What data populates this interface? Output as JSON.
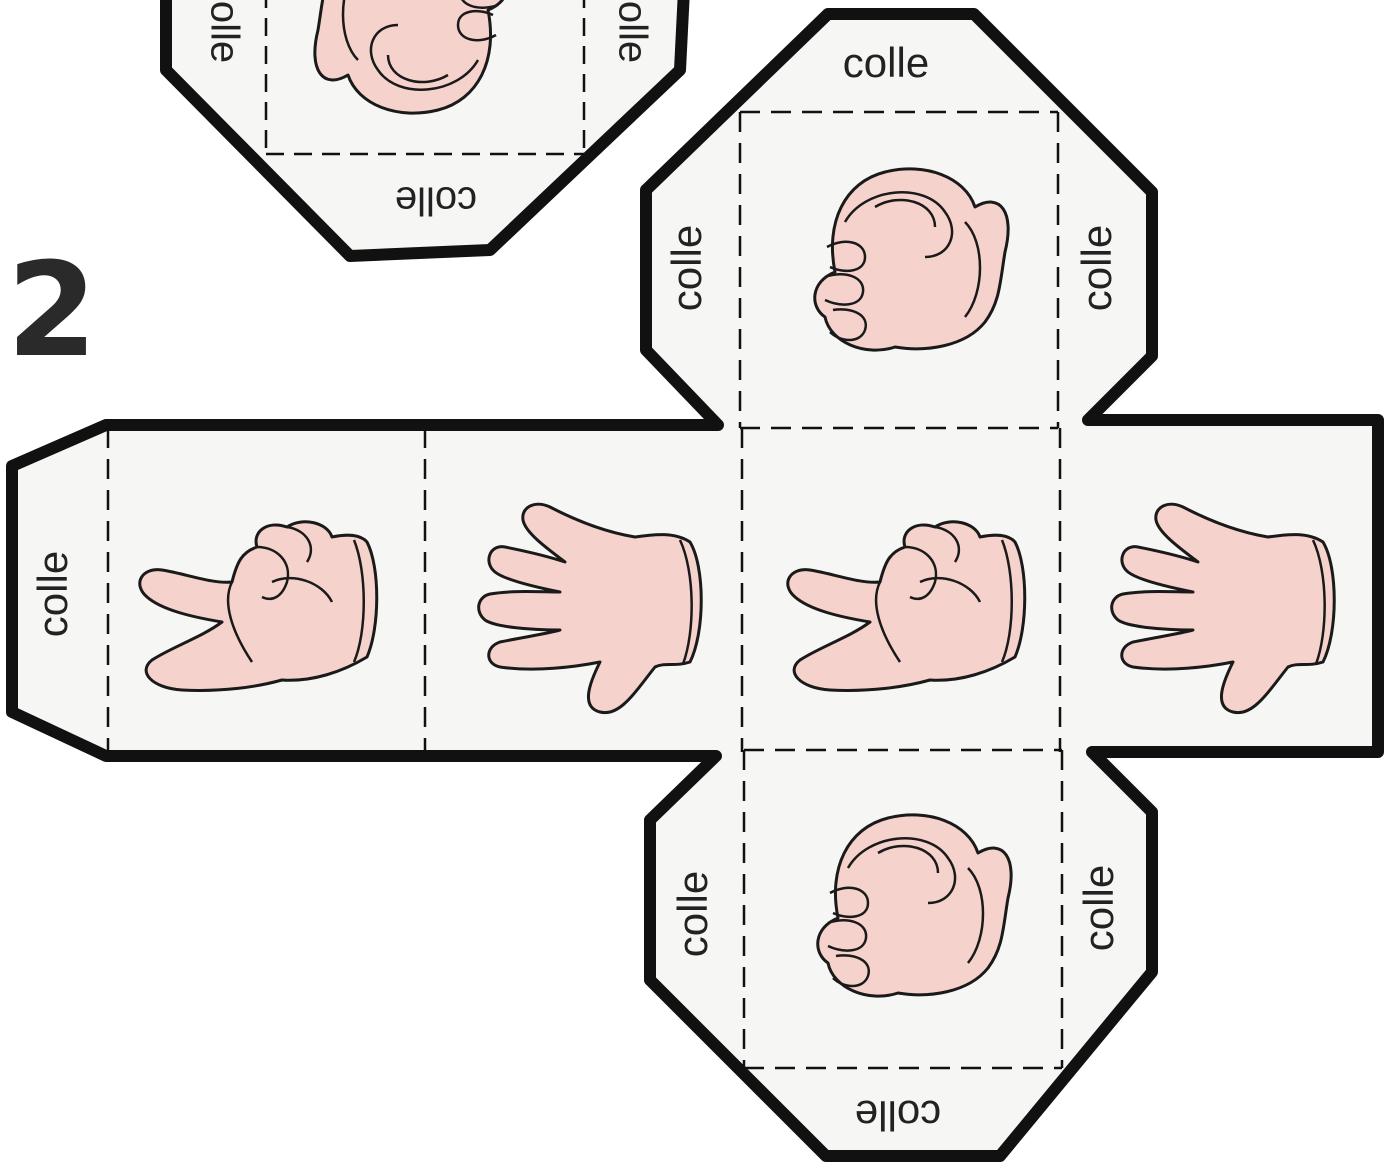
{
  "sheet": {
    "number": "2",
    "glue_label": "colle"
  },
  "faces": [
    {
      "id": "top",
      "symbol": "rock"
    },
    {
      "id": "left-end",
      "symbol": "scissors"
    },
    {
      "id": "left-middle",
      "symbol": "paper"
    },
    {
      "id": "center",
      "symbol": "scissors"
    },
    {
      "id": "right",
      "symbol": "paper"
    },
    {
      "id": "bottom",
      "symbol": "rock"
    },
    {
      "id": "partial-top-left",
      "symbol": "rock"
    }
  ],
  "colors": {
    "outline": "#111111",
    "paper": "#f6f6f5",
    "skin": "#f6d2cc",
    "skin_line": "#1a1a1a"
  }
}
